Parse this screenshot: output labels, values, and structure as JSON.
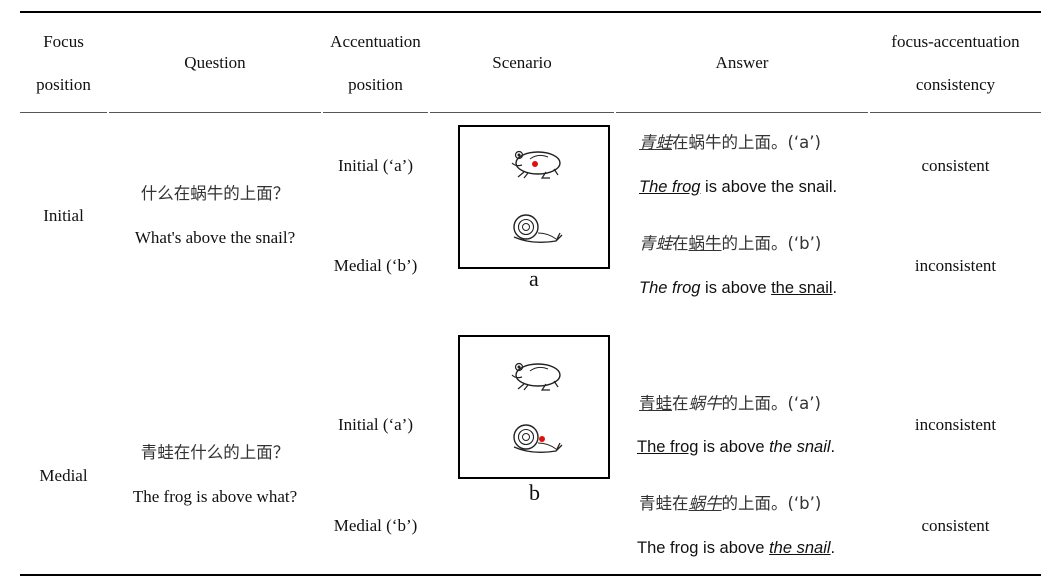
{
  "table": {
    "headers": {
      "focus": [
        "Focus",
        "position"
      ],
      "question": "Question",
      "accent": [
        "Accentuation",
        "position"
      ],
      "scenario": "Scenario",
      "answer": "Answer",
      "consistency": [
        "focus-accentuation",
        "consistency"
      ]
    },
    "groups": [
      {
        "focus": "Initial",
        "question_cn": "什么在蜗牛的上面？",
        "question_en": "What's above the snail?",
        "scenario_label": "a",
        "rows": [
          {
            "accent": "Initial (‘a’)",
            "cn": {
              "p1": "青蛙",
              "p2": "在蜗牛的上面。",
              "p3": "",
              "p4": "(‘a’)"
            },
            "en": {
              "p1": "The frog",
              "p2": " is above the snail."
            },
            "consistency": "consistent"
          },
          {
            "accent": "Medial (‘b’)",
            "cn": {
              "p1": "青蛙",
              "p2": "在",
              "p3": "蜗牛",
              "p4": "的上面。(‘b’)"
            },
            "en": {
              "p1": "The frog",
              "p2": " is above ",
              "p3": "the snail",
              "p4": "."
            },
            "consistency": "inconsistent"
          }
        ]
      },
      {
        "focus": "Medial",
        "question_cn": "青蛙在什么的上面？",
        "question_en": "The frog is above what?",
        "scenario_label": "b",
        "rows": [
          {
            "accent": "Initial (‘a’)",
            "cn": {
              "p1": "青蛙",
              "p2": "在",
              "p3": "蜗牛",
              "p4": "的上面。(‘a’)"
            },
            "en": {
              "p1": "The frog",
              "p2": " is above ",
              "p3": "the snail",
              "p4": "."
            },
            "consistency": "inconsistent"
          },
          {
            "accent": "Medial (‘b’)",
            "cn": {
              "p1": "青蛙在",
              "p2": "蜗牛",
              "p3": "的上面。(‘b’)"
            },
            "en": {
              "p1": "The frog is above ",
              "p2": "the snail",
              "p3": "."
            },
            "consistency": "consistent"
          }
        ]
      }
    ]
  },
  "colors": {
    "accent_dot": "#e01010",
    "rule": "#000000"
  },
  "icons": {
    "frog": "frog-icon",
    "snail": "snail-icon"
  }
}
